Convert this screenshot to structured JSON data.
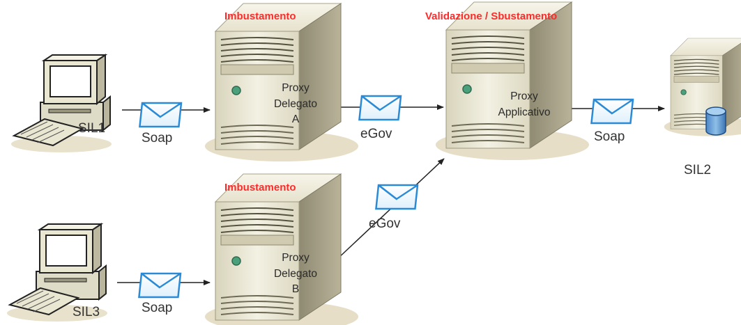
{
  "stage_labels": {
    "imbustamento_a": "Imbustamento",
    "validazione": "Validazione / Sbustamento",
    "imbustamento_b": "Imbustamento"
  },
  "nodes": {
    "sil1": "SIL1",
    "sil2": "SIL2",
    "sil3": "SIL3"
  },
  "proxies": {
    "delegato_a": [
      "Proxy",
      "Delegato",
      "A"
    ],
    "applicativo": [
      "Proxy",
      "Applicativo"
    ],
    "delegato_b": [
      "Proxy",
      "Delegato",
      "B"
    ]
  },
  "messages": {
    "sil1_to_a": "Soap",
    "a_to_app": "eGov",
    "app_to_sil2": "Soap",
    "b_to_app": "eGov",
    "sil3_to_b": "Soap"
  },
  "colors": {
    "stage_label": "#ff2a2a",
    "envelope": "#2a8ad6",
    "server_body": "#e9e6d2",
    "shadow": "#e4dcc3"
  },
  "icons": {
    "computer": "desktop-computer-icon",
    "server": "server-tower-icon",
    "envelope": "envelope-icon",
    "database": "database-icon"
  }
}
